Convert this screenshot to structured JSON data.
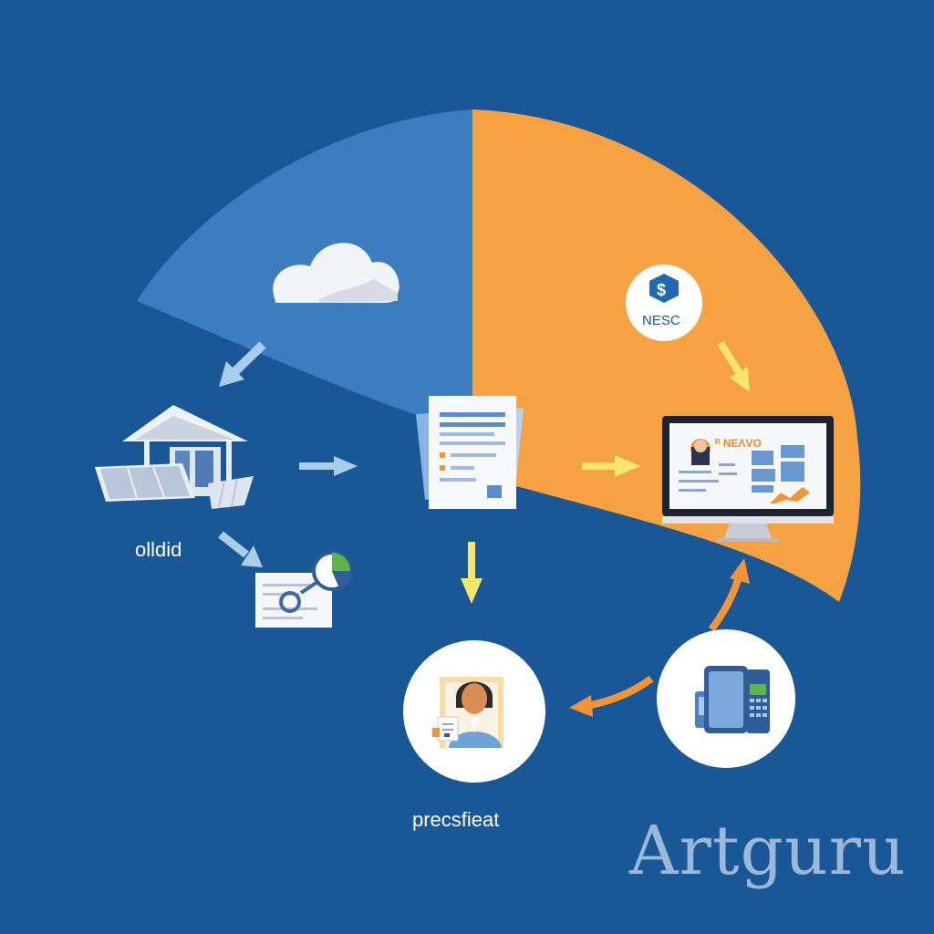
{
  "labels": {
    "left_node": "olldid",
    "bottom_node": "precsfieat",
    "badge": "NESC",
    "screen_title": "ᴿ NEΛVO",
    "watermark": "Artguru"
  },
  "colors": {
    "background": "#1a5797",
    "blue_wedge": "#3a7bbd",
    "orange_wedge": "#f5a141",
    "arrow_light": "#a9cdea",
    "arrow_yellow": "#f5e46a",
    "arrow_orange": "#f29436"
  },
  "icons": [
    "cloud-icon",
    "building-icon",
    "document-icon",
    "chart-card-icon",
    "nesc-badge-icon",
    "computer-icon",
    "person-icon",
    "phone-icon"
  ]
}
